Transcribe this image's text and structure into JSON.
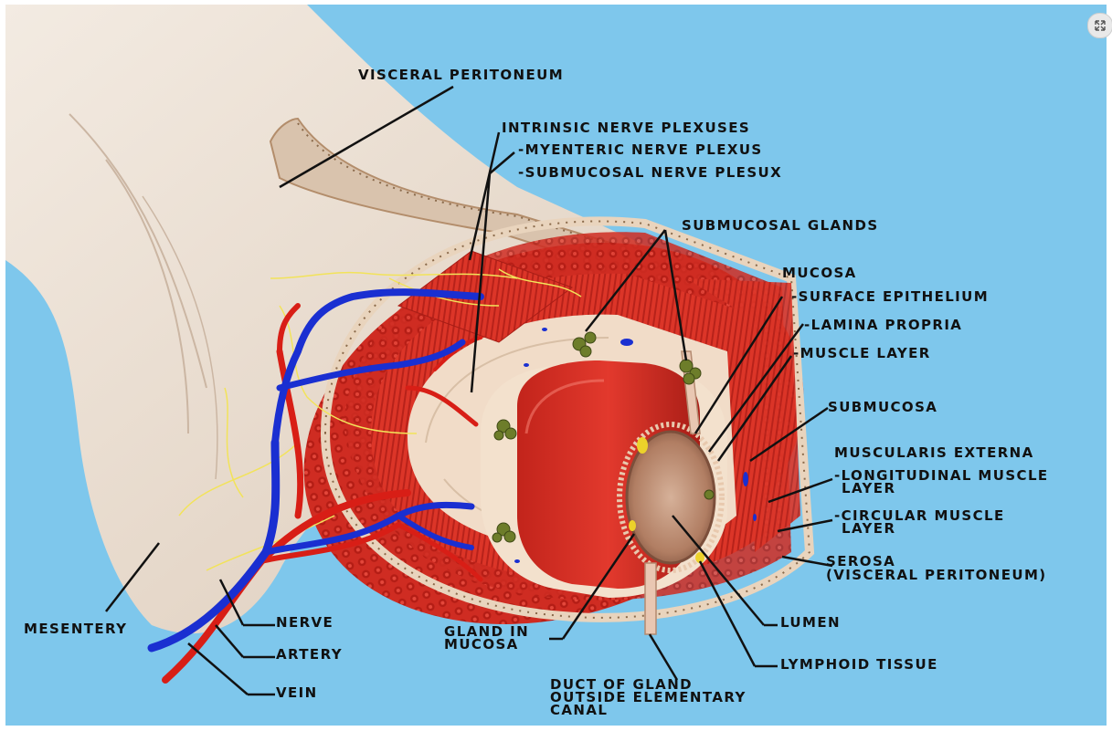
{
  "labels": {
    "visceral_peritoneum": "VISCERAL PERITONEUM",
    "intrinsic_nerve_plexuses": "INTRINSIC NERVE PLEXUSES",
    "myenteric_nerve_plexus": "-MYENTERIC NERVE PLEXUS",
    "submucosal_nerve_plexus": "-SUBMUCOSAL NERVE PLESUX",
    "submucosal_glands": "SUBMUCOSAL GLANDS",
    "mucosa": "MUCOSA",
    "surface_epithelium": "-SURFACE EPITHELIUM",
    "lamina_propria": "-LAMINA PROPRIA",
    "muscle_layer": "-MUSCLE LAYER",
    "submucosa": "SUBMUCOSA",
    "muscularis_externa": "MUSCULARIS EXTERNA",
    "longitudinal_muscle_1": "-LONGITUDINAL MUSCLE",
    "longitudinal_muscle_2": "LAYER",
    "circular_muscle_1": "-CIRCULAR MUSCLE",
    "circular_muscle_2": "LAYER",
    "serosa_1": "SEROSA",
    "serosa_2": "(VISCERAL PERITONEUM)",
    "mesentery": "MESENTERY",
    "nerve": "NERVE",
    "artery": "ARTERY",
    "vein": "VEIN",
    "gland_in_mucosa_1": "GLAND IN",
    "gland_in_mucosa_2": "MUCOSA",
    "lumen": "LUMEN",
    "lymphoid_tissue": "LYMPHOID TISSUE",
    "duct_1": "DUCT OF GLAND",
    "duct_2": "OUTSIDE ELEMENTARY",
    "duct_3": "CANAL"
  },
  "controls": {
    "expand_icon": "expand-icon"
  },
  "colors": {
    "background": "#7ec7ec",
    "mesentery": "#efe3d6",
    "muscle": "#d8352a",
    "muscle_dark": "#a81d16",
    "submucosa": "#f1dcc8",
    "vein": "#1a2fd1",
    "artery": "#d81e16",
    "nerve": "#f2e35a",
    "gland": "#6d7d2a",
    "lumen": "#b7876a"
  }
}
